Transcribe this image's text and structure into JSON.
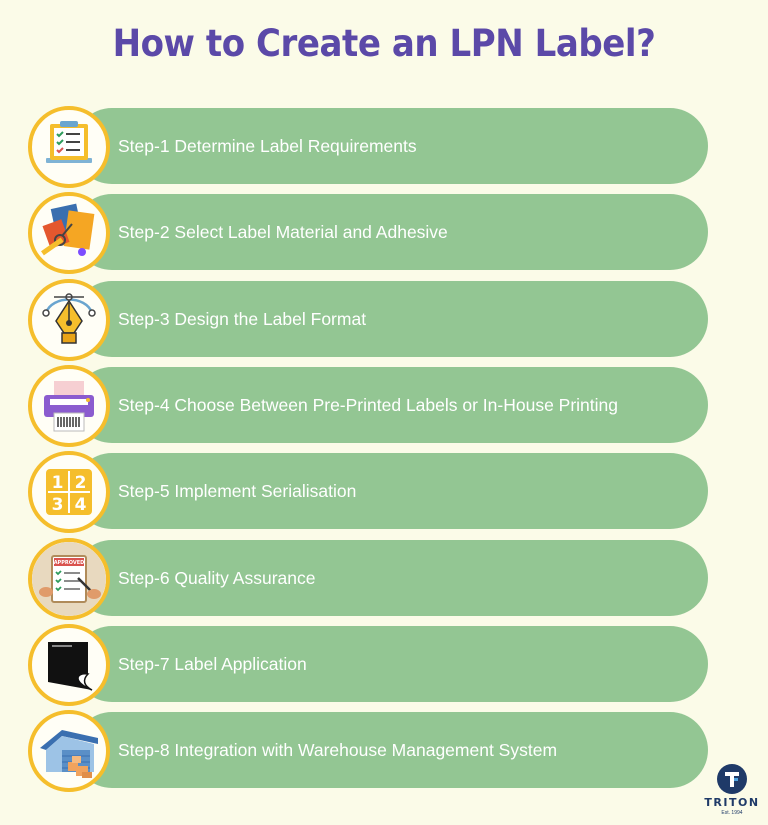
{
  "title": "How to Create an LPN Label?",
  "steps": [
    {
      "label": "Step-1 Determine Label Requirements",
      "icon": "checklist-clipboard-icon"
    },
    {
      "label": "Step-2 Select Label Material and Adhesive",
      "icon": "craft-materials-icon"
    },
    {
      "label": "Step-3 Design the Label Format",
      "icon": "pen-tool-icon"
    },
    {
      "label": "Step-4 Choose Between Pre-Printed Labels or In-House Printing",
      "icon": "printer-icon"
    },
    {
      "label": "Step-5 Implement Serialisation",
      "icon": "number-grid-icon"
    },
    {
      "label": "Step-6 Quality Assurance",
      "icon": "approved-clipboard-icon"
    },
    {
      "label": "Step-7 Label Application",
      "icon": "peeling-label-icon"
    },
    {
      "label": "Step-8 Integration with Warehouse Management System",
      "icon": "warehouse-icon"
    }
  ],
  "number_grid": [
    "1",
    "2",
    "3",
    "4"
  ],
  "approved_text": "APPROVED",
  "brand": {
    "name": "TRITON",
    "established": "Est. 1994"
  },
  "colors": {
    "background": "#fbfbe8",
    "title": "#5b49a8",
    "pill": "#93c693",
    "circle_border": "#f5be2c",
    "brand": "#1f3a68"
  }
}
